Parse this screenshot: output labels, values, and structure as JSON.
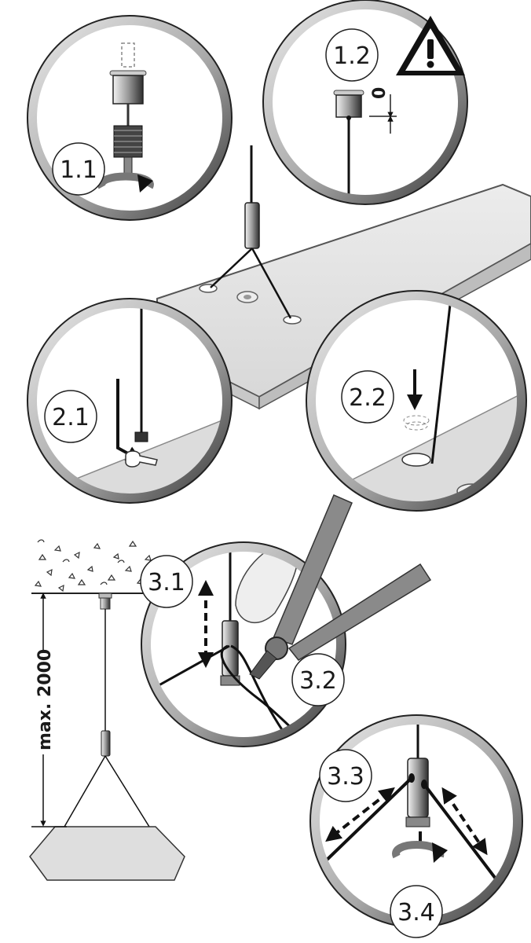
{
  "steps": {
    "s11": "1.1",
    "s12": "1.2",
    "s21": "2.1",
    "s22": "2.2",
    "s31": "3.1",
    "s32": "3.2",
    "s33": "3.3",
    "s34": "3.4"
  },
  "dimensions": {
    "gap": "0",
    "max_length": "max. 2000"
  },
  "icons": {
    "warning": "warning-triangle-icon",
    "rotate": "rotate-arrow-icon",
    "move": "double-arrow-icon"
  }
}
